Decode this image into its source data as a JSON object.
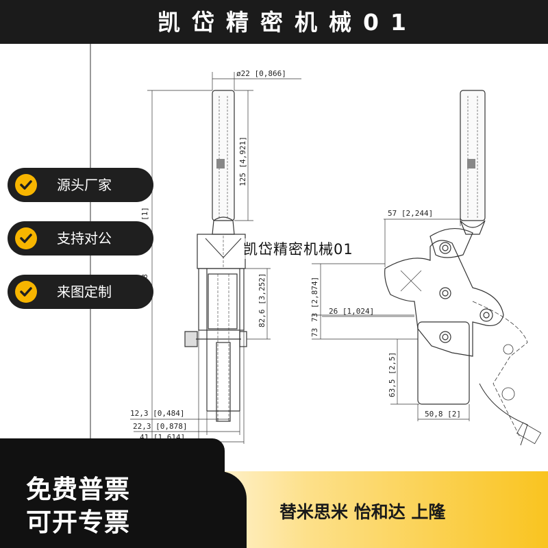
{
  "header": {
    "title": "凯岱精密机械01"
  },
  "badges": [
    {
      "label": "源头厂家"
    },
    {
      "label": "支持对公"
    },
    {
      "label": "来图定制"
    }
  ],
  "watermark": "凯岱精密机械01",
  "promo": {
    "line1": "免费普票",
    "line2": "可开专票"
  },
  "brands": "替米思米 怡和达 上隆",
  "dimensions": {
    "d_top": "ø22 [0,866]",
    "d_handle": "125 [4,921]",
    "d_total": "298",
    "d_total_partial": "[1]",
    "d_mid": "82,6 [3,252]",
    "d_w1": "12,3 [0,484]",
    "d_w2": "22,3 [0,878]",
    "d_w3": "41 [1,614]",
    "d_57": "57 [2,244]",
    "d_73a": "73 [2,874]",
    "d_26": "26 [1,024]",
    "d_73b": "73",
    "d_63": "63,5 [2,5]",
    "d_50": "50,8 [2]"
  }
}
